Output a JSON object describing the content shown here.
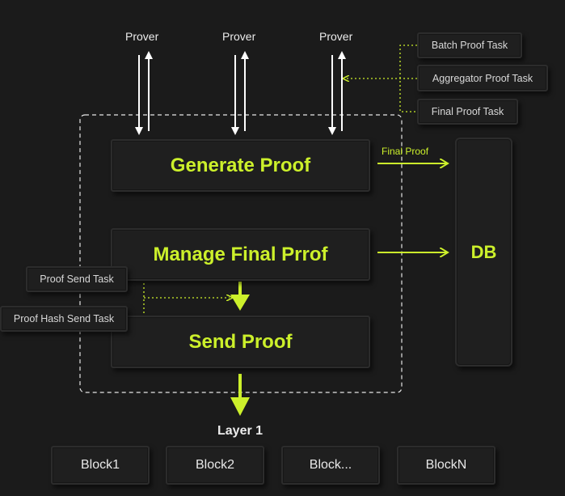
{
  "provers": [
    "Prover",
    "Prover",
    "Prover"
  ],
  "tasks_right": [
    "Batch Proof Task",
    "Aggregator Proof Task",
    "Final Proof Task"
  ],
  "tasks_left": [
    "Proof Send Task",
    "Proof Hash Send Task"
  ],
  "stages": {
    "generate": "Generate Proof",
    "manage": "Manage Final Prrof",
    "send": "Send Proof"
  },
  "db": "DB",
  "final_proof_label": "Final Proof",
  "layer_label": "Layer 1",
  "blocks": [
    "Block1",
    "Block2",
    "Block...",
    "BlockN"
  ],
  "colors": {
    "accent": "#ccf02b",
    "background": "#1b1b1b",
    "box": "#1f1f1f",
    "arrow_white": "#ffffff"
  }
}
